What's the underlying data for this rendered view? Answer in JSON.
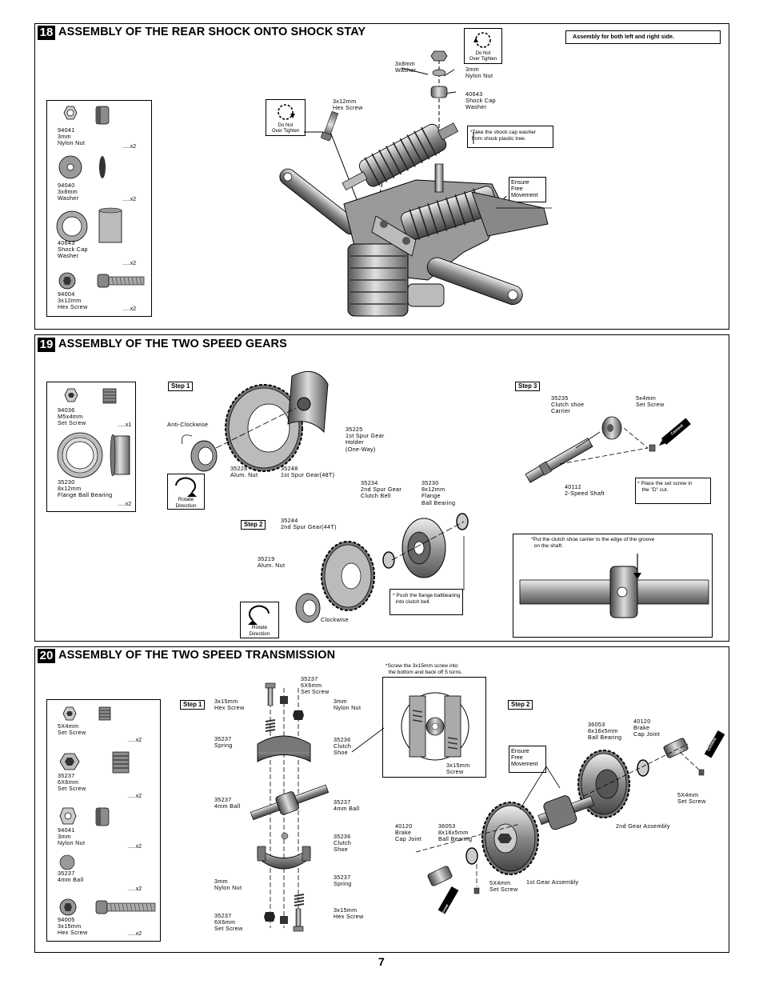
{
  "page_number": "7",
  "colors": {
    "ink": "#000000",
    "metal_dark": "#555555",
    "metal_mid": "#8c8c8c",
    "metal_light": "#d8d8d8"
  },
  "s18": {
    "num": "18",
    "title": "ASSEMBLY OF THE REAR SHOCK ONTO SHOCK STAY",
    "note_both": "Assembly for both left and right side.",
    "parts": [
      {
        "id": "94041",
        "name": "3mm\nNylon Nut",
        "qty": ".....x2"
      },
      {
        "id": "94040",
        "name": "3x8mm\nWasher",
        "qty": ".....x2"
      },
      {
        "id": "40643",
        "name": "Shock Cap\nWasher",
        "qty": ".....x2"
      },
      {
        "id": "94004",
        "name": "3x12mm\nHex Screw",
        "qty": ".....x2"
      }
    ],
    "dnot_top": "Do Not\nOver Tighten",
    "dnot_left": "Do Not\nOver Tighten",
    "lbl_washer": "3x8mm\nWasher",
    "lbl_nut": "3mm\nNylon Nut",
    "lbl_capwasher": "40643\nShock Cap\nWasher",
    "lbl_hexscrew": "3x12mm\nHex Screw",
    "note_capwasher": "*Take the shock cap washer\n from shock plastic tree.",
    "note_free": "Ensure\nFree\nMovement"
  },
  "s19": {
    "num": "19",
    "title": "ASSEMBLY OF THE TWO SPEED GEARS",
    "parts": [
      {
        "id": "94036",
        "name": "M5x4mm\nSet Screw",
        "qty": ".....x1"
      },
      {
        "id": "35230",
        "name": "8x12mm\nFlange Ball Bearing",
        "qty": ".....x2"
      }
    ],
    "step1": "Step 1",
    "step2": "Step 2",
    "step3": "Step 3",
    "anticlock": "Anti-Clockwise",
    "clockwise": "Clockwise",
    "rotate1": "Rotate\nDirection",
    "rotate2": "Rotate\nDirection",
    "lbl_35225": "35225\n1st Spur Gear\nHolder\n(One-Way)",
    "lbl_35228": "35228\nAlum. Nut",
    "lbl_35248": "35248\n1st Spur Gear(48T)",
    "lbl_35234": "35234\n2nd Spur Gear\nClutch Bell",
    "lbl_35230b": "35230\n8x12mm\nFlange\nBall Bearing",
    "lbl_35244": "35244\n2nd Spur Gear(44T)",
    "lbl_35219": "35219\nAlum. Nut",
    "note_flange": "* Push the flange ballbearing\n  into clutch bell.",
    "lbl_35235": "35235\nClutch shoe\nCarrier",
    "lbl_setscrew": "5x4mm\nSet Screw",
    "lbl_40112": "40112\n2-Speed Shaft",
    "note_dcut": "* Place the set screw in\n   the \"D\" cut.",
    "note_groove": "*Put the clutch shoe carrier to the edge of the groove\n  on the shaft.",
    "cement1": "Screw\nCement"
  },
  "s20": {
    "num": "20",
    "title": "ASSEMBLY OF THE TWO SPEED TRANSMISSION",
    "parts": [
      {
        "id": "",
        "name": "5X4mm\nSet Screw",
        "qty": ".....x2"
      },
      {
        "id": "35237",
        "name": "6X6mm\nSet Screw",
        "qty": ".....x2"
      },
      {
        "id": "94041",
        "name": "3mm\nNylon Nut",
        "qty": ".....x2"
      },
      {
        "id": "35237",
        "name": "4mm Ball",
        "qty": ".....x2"
      },
      {
        "id": "94005",
        "name": "3x15mm\nHex Screw",
        "qty": ".....x2"
      }
    ],
    "step1": "Step 1",
    "step2": "Step 2",
    "l_3x15_top": "3x15mm\nHex Screw",
    "l_6x6_top": "35237\n6X6mm\nSet Screw",
    "l_nut_top": "3mm\nNylon Nut",
    "l_spring_top": "35237\nSpring",
    "l_shoe_top": "35236\nClutch\nShoe",
    "l_ball_left": "35237\n4mm Ball",
    "l_ball_right": "35237\n4mm Ball",
    "l_shoe_bot": "35236\nClutch\nShoe",
    "l_spring_bot": "35237\nSpring",
    "l_nut_bot": "3mm\nNylon Nut",
    "l_6x6_bot": "35237\n6X6mm\nSet Screw",
    "l_3x15_bot": "3x15mm\nHex Screw",
    "note_screw": "*Screw the 3x15mm screw into\n  the bottom and back off 5 turns.",
    "l_inset_screw": "3x15mm\nScrew",
    "note_free": "Ensure\nFree\nMovement",
    "l_36053a": "36053\n8x16x5mm\nBall Bearing",
    "l_40120a": "40120\nBrake\nCap Joint",
    "l_setscrew_r": "5X4mm\nSet Screw",
    "l_2nd": "2nd Gear Assembly",
    "l_40120b": "40120\nBrake\nCap Joint",
    "l_36053b": "36053\n8x16x5mm\nBall Bearing",
    "l_setscrew_b": "5X4mm\nSet Screw",
    "l_1st": "1st Gear Assembly",
    "cement_a": "Screw\nCement",
    "cement_b": "Screw\nCement"
  }
}
